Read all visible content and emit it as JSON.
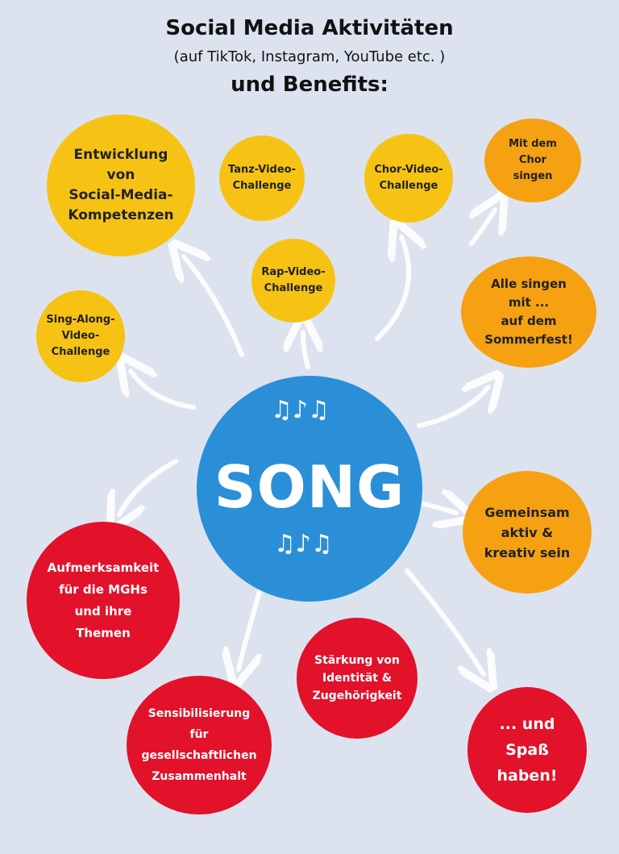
{
  "header": {
    "title": "Social Media Aktivitäten",
    "subtitle": "(auf TikTok, Instagram, YouTube  etc. )",
    "title2": "und Benefits:"
  },
  "center": {
    "label": "SONG",
    "notes": "♫♪♫"
  },
  "bubbles": {
    "entwicklung": "Entwicklung\nvon\nSocial-Media-\nKompetenzen",
    "tanz": "Tanz-Video-\nChallenge",
    "chor_video": "Chor-Video-\nChallenge",
    "mit_chor": "Mit dem\nChor\nsingen",
    "rap": "Rap-Video-\nChallenge",
    "sing_along": "Sing-Along-\nVideo-\nChallenge",
    "alle_singen": "Alle singen\nmit ...\nauf dem\nSommerfest!",
    "gemeinsam": "Gemeinsam\naktiv &\nkreativ sein",
    "aufmerksamkeit": "Aufmerksamkeit\nfür die MGHs\nund ihre\nThemen",
    "staerkung": "Stärkung von\nIdentität &\nZugehörigkeit",
    "sensibilisierung": "Sensibilisierung\nfür\ngesellschaftlichen\nZusammenhalt",
    "spass": "... und\nSpaß\nhaben!"
  },
  "colors": {
    "background": "#dce3ef",
    "yellow": "#f6c315",
    "orange": "#f5a112",
    "red": "#e2122a",
    "blue": "#2b8fd8"
  }
}
